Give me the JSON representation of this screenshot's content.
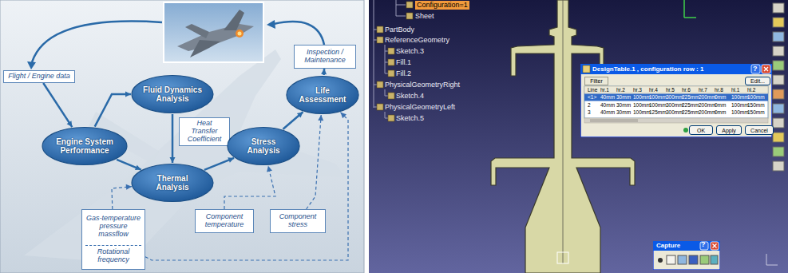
{
  "diagram": {
    "nodes": [
      {
        "text": [
          "Flight / Engine data"
        ]
      },
      {
        "text": [
          "Engine System Performance"
        ]
      },
      {
        "text": [
          "Fluid Dynamics Analysis"
        ]
      },
      {
        "text": [
          "Heat Transfer Coefficient"
        ]
      },
      {
        "text": [
          "Thermal Analysis"
        ]
      },
      {
        "text": [
          "Stress Analysis"
        ]
      },
      {
        "text": [
          "Life Assessment"
        ]
      },
      {
        "text": [
          "Inspection / Maintenance"
        ]
      },
      {
        "text": [
          "Gas-temperature pressure massflow",
          "Rotational frequency"
        ]
      },
      {
        "text": [
          "Component temperature"
        ]
      },
      {
        "text": [
          "Component stress"
        ]
      },
      {
        "text": [
          "DesignTable.1 , configuration row : 1"
        ]
      },
      {
        "text": [
          "Filter"
        ],
        "in": 11
      },
      {
        "text": [
          "Edit..."
        ],
        "in": 11
      },
      {
        "text": [
          "OK"
        ],
        "in": 11
      },
      {
        "text": [
          "Apply"
        ],
        "in": 11
      },
      {
        "text": [
          "Cancel"
        ],
        "in": 11
      },
      {
        "text": [
          "Capture"
        ]
      }
    ],
    "edges": [
      {
        "from": 0,
        "to": 1,
        "arrow": "to"
      },
      {
        "from": 1,
        "to": 2,
        "arrow": "to"
      },
      {
        "from": 1,
        "to": 4,
        "arrow": "to"
      },
      {
        "from": 2,
        "to": 4,
        "arrow": "to"
      },
      {
        "from": 4,
        "to": 5,
        "arrow": "to"
      },
      {
        "from": 5,
        "to": 6,
        "arrow": "to"
      },
      {
        "from": 6,
        "to": 7,
        "arrow": "to"
      },
      {
        "from": 8,
        "to": 4,
        "arrow": "to"
      },
      {
        "from": 9,
        "to": 5,
        "arrow": "to"
      },
      {
        "from": 10,
        "to": 6,
        "arrow": "to"
      },
      {
        "from": 8,
        "to": 6,
        "arrow": "to"
      }
    ],
    "labels": [
      "Configuration=1",
      "Sheet",
      "PartBody",
      "ReferenceGeometry",
      "Sketch.3",
      "Fill.1",
      "Fill.2",
      "PhysicalGeometryRight",
      "Sketch.4",
      "PhysicalGeometryLeft",
      "Sketch.5",
      "?",
      "Line",
      "hr.1",
      "hr.2",
      "hr.3",
      "hr.4",
      "hr.5",
      "hr.6",
      "hr.7",
      "hr.8",
      "hl.1",
      "hl.2",
      "<1>",
      "40mm",
      "30mm",
      "100mm",
      "100mm",
      "300mm",
      "225mm",
      "200mm",
      "0mm",
      "100mm",
      "100mm",
      "2",
      "40mm",
      "30mm",
      "100mm",
      "100mm",
      "300mm",
      "225mm",
      "200mm",
      "0mm",
      "100mm",
      "150mm",
      "3",
      "40mm",
      "30mm",
      "100mm",
      "125mm",
      "300mm",
      "225mm",
      "200mm",
      "0mm",
      "100mm",
      "150mm",
      "?"
    ]
  }
}
